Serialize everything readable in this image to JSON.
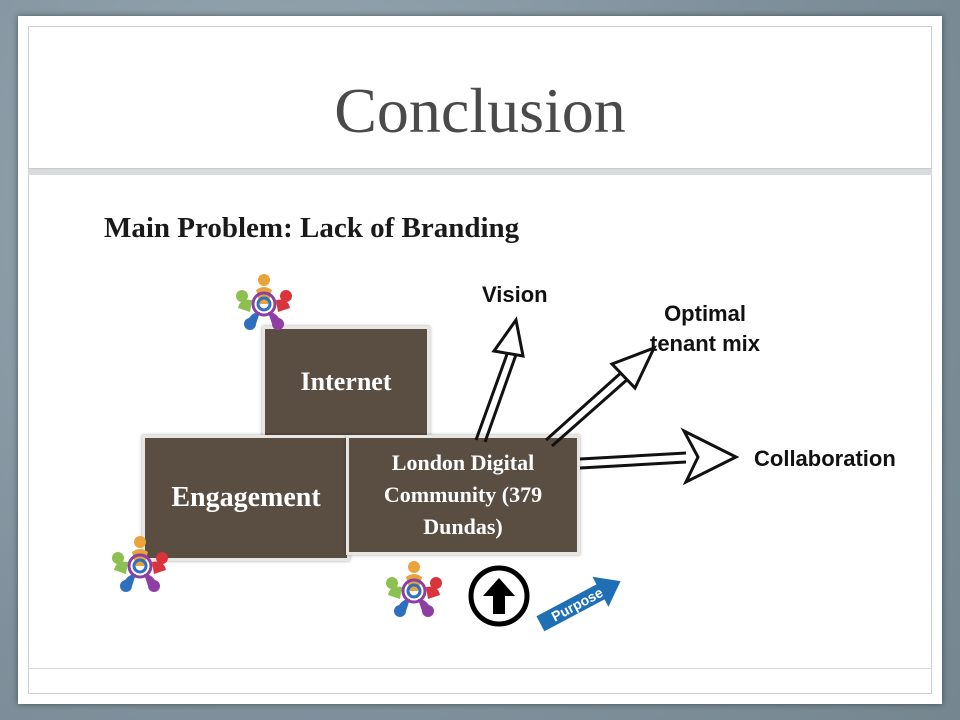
{
  "slide": {
    "title": "Conclusion",
    "subtitle": "Main Problem: Lack of Branding"
  },
  "blocks": {
    "internet": "Internet",
    "engagement": "Engagement",
    "ldc": "London Digital Community (379 Dundas)"
  },
  "outcomes": {
    "vision": "Vision",
    "optimal_line1": "Optimal",
    "optimal_line2": "tenant mix",
    "collaboration": "Collaboration"
  },
  "purpose_label": "Purpose",
  "icons": [
    "community-people-icon",
    "up-arrow-circle-icon",
    "purpose-arrow-icon"
  ],
  "colors": {
    "box_fill": "#5a4d42",
    "title_text": "#4a4a4a",
    "purpose_arrow": "#1f6fb5"
  }
}
